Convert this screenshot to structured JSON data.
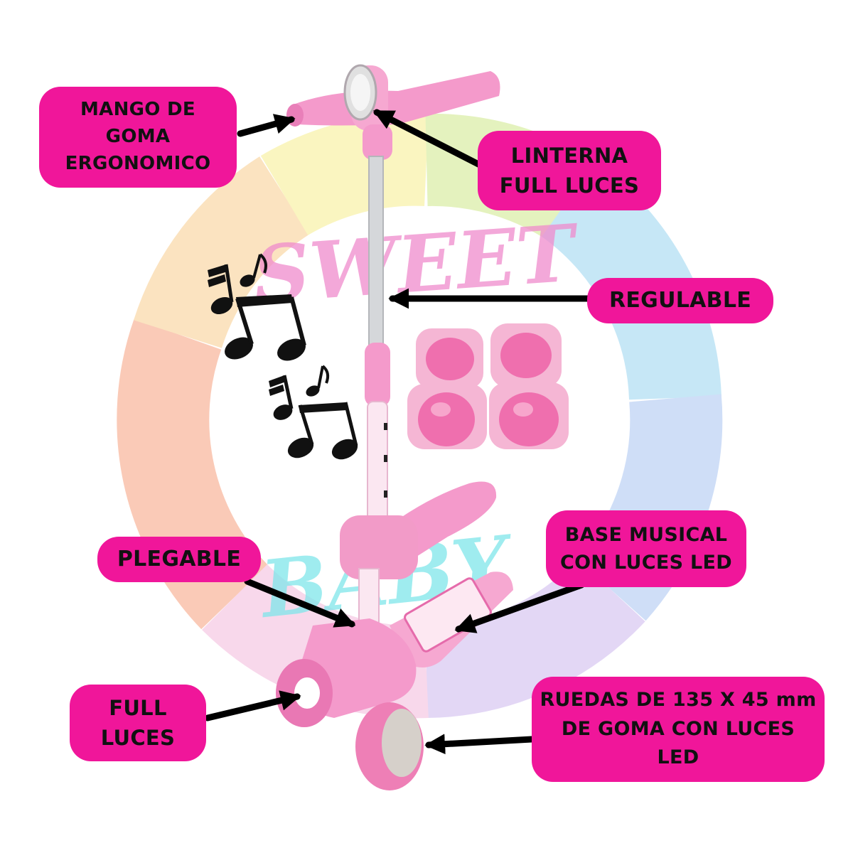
{
  "colors": {
    "callout_bg": "#f0169a",
    "callout_text": "#111111",
    "arrow": "#000000",
    "scooter_pink": "#f4a3cc"
  },
  "callouts": {
    "mango": "MANGO DE\nGOMA\nERGONOMICO",
    "linterna": "LINTERNA\nFULL LUCES",
    "regulable": "REGULABLE",
    "plegable": "PLEGABLE",
    "base": "BASE MUSICAL\nCON LUCES LED",
    "full": "FULL\nLUCES",
    "ruedas": "RUEDAS DE 135 X 45 mm\nDE GOMA CON LUCES\nLED"
  },
  "background_text": {
    "top": "SWEET",
    "bottom": "BABY"
  }
}
